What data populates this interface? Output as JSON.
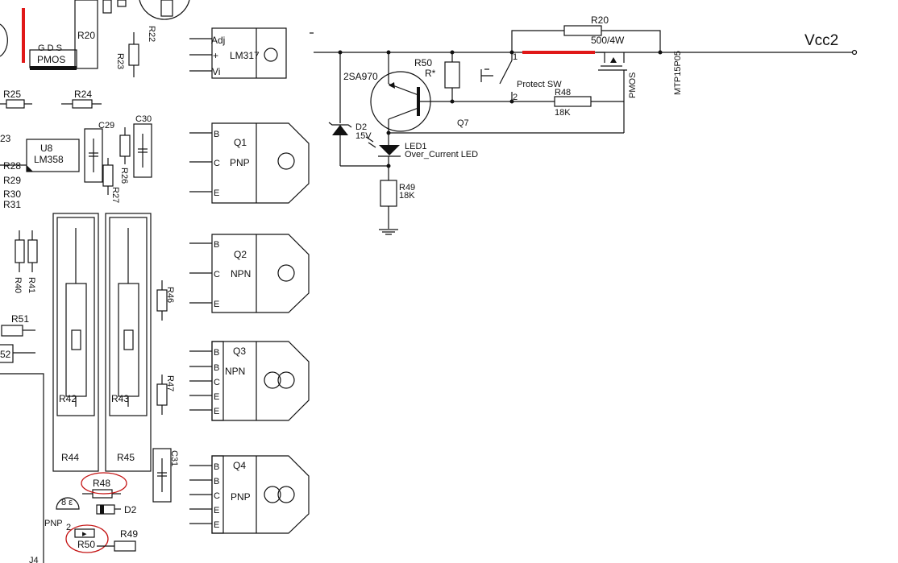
{
  "title": "Vcc2",
  "schematic": {
    "r20": {
      "ref": "R20",
      "value": "500/4W"
    },
    "r50": {
      "ref": "R50",
      "value": "R*"
    },
    "q7": {
      "ref": "Q7",
      "part": "2SA970"
    },
    "switch": {
      "label": "Protect SW",
      "pin1": "1",
      "pin2": "2"
    },
    "r48": {
      "ref": "R48",
      "value": "18K"
    },
    "d2": {
      "ref": "D2",
      "value": "15V"
    },
    "led1": {
      "ref": "LED1",
      "label": "Over_Current LED"
    },
    "r49": {
      "ref": "R49",
      "value": "18K"
    },
    "mosfet": {
      "type": "PMOS",
      "part": "MTP15P05"
    }
  },
  "pcb": {
    "top_r20": "R20",
    "top_r22": "R22",
    "top_r23": "R23",
    "pmos_pins": "G D S",
    "pmos_label": "PMOS",
    "r25": "R25",
    "r24": "R24",
    "r_23": "23",
    "u8_ref": "U8",
    "u8_part": "LM358",
    "c29": "C29",
    "c30": "C30",
    "r26": "R26",
    "r27": "R27",
    "r28": "R28",
    "r29": "R29",
    "r30": "R30",
    "r31": "R31",
    "r40": "R40",
    "r41": "R41",
    "r51": "R51",
    "r52": "52",
    "r42": "R42",
    "r43": "R43",
    "r44": "R44",
    "r45": "R45",
    "r46": "R46",
    "r47": "R47",
    "c31": "C31",
    "r48": "R48",
    "d2": "D2",
    "pnp": "PNP",
    "r50": "R50",
    "r49": "R49",
    "j4": "J4",
    "lm317": {
      "adj": "Adj",
      "plus": "+",
      "vi": "Vi",
      "label": "LM317"
    },
    "q1": {
      "ref": "Q1",
      "type": "PNP"
    },
    "q2": {
      "ref": "Q2",
      "type": "NPN"
    },
    "q3": {
      "ref": "Q3",
      "type": "NPN"
    },
    "q4": {
      "ref": "Q4",
      "type": "PNP"
    },
    "pins": {
      "b": "B",
      "c": "C",
      "e": "E"
    }
  },
  "colors": {
    "ink": "#111111",
    "highlight": "#e01818",
    "circle": "#c41414"
  }
}
